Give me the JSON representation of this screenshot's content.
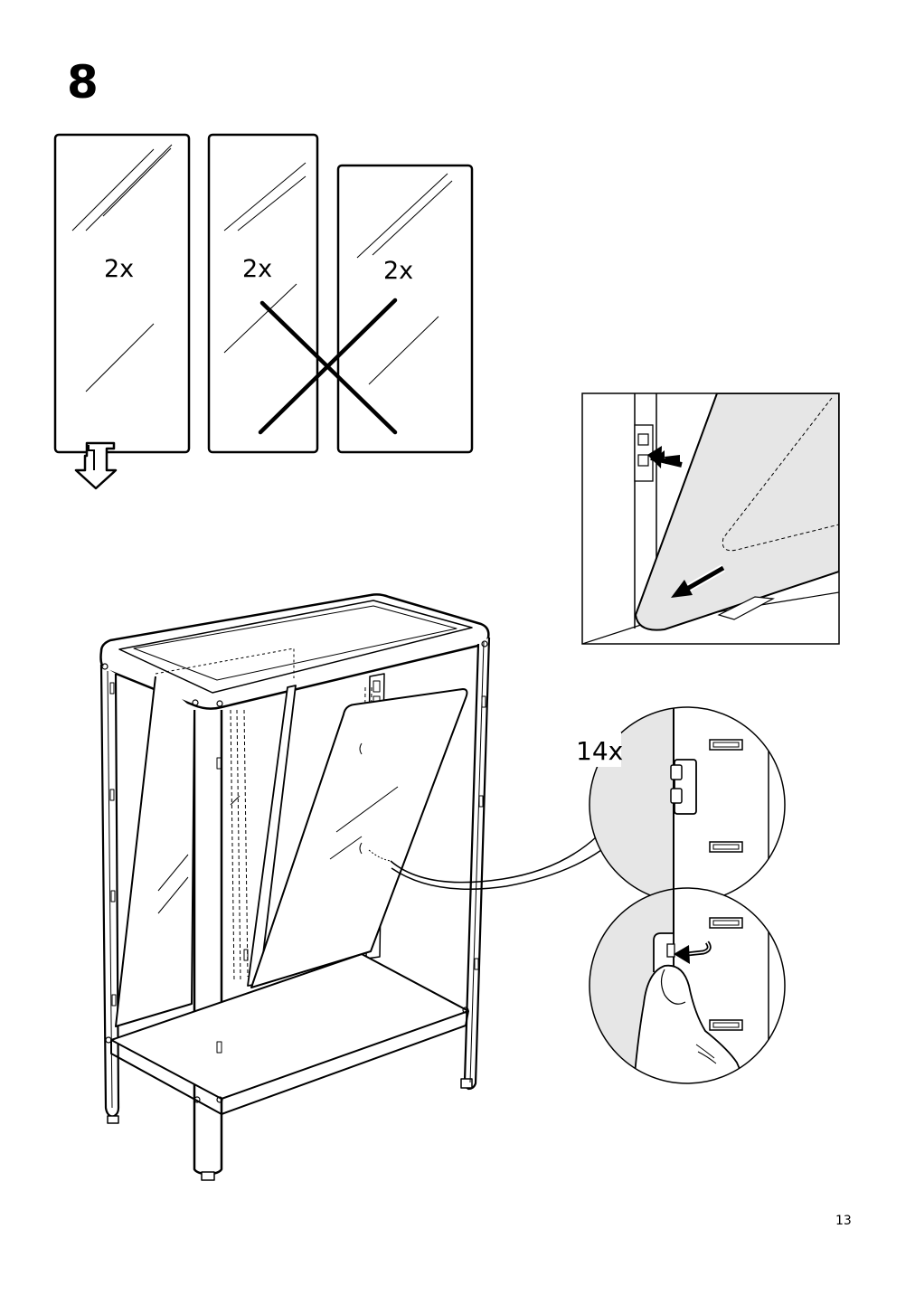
{
  "step": {
    "number": "8"
  },
  "glass_panels": [
    {
      "quantity": "2x",
      "status": "use"
    },
    {
      "quantity": "2x",
      "status": "not-used"
    },
    {
      "quantity": "2x",
      "status": "not-used"
    }
  ],
  "detail_hooks": {
    "quantity": "14x"
  },
  "icons": {
    "down_arrow": "down-arrow-icon",
    "cross_out": "cross-out-icon",
    "push_arrow": "push-arrow-icon",
    "curved_arrow": "curved-arrow-icon"
  },
  "colors": {
    "line": "#000000",
    "panel_fill": "#e6e6e6",
    "background": "#ffffff"
  },
  "footer": {
    "page_number": "13"
  }
}
